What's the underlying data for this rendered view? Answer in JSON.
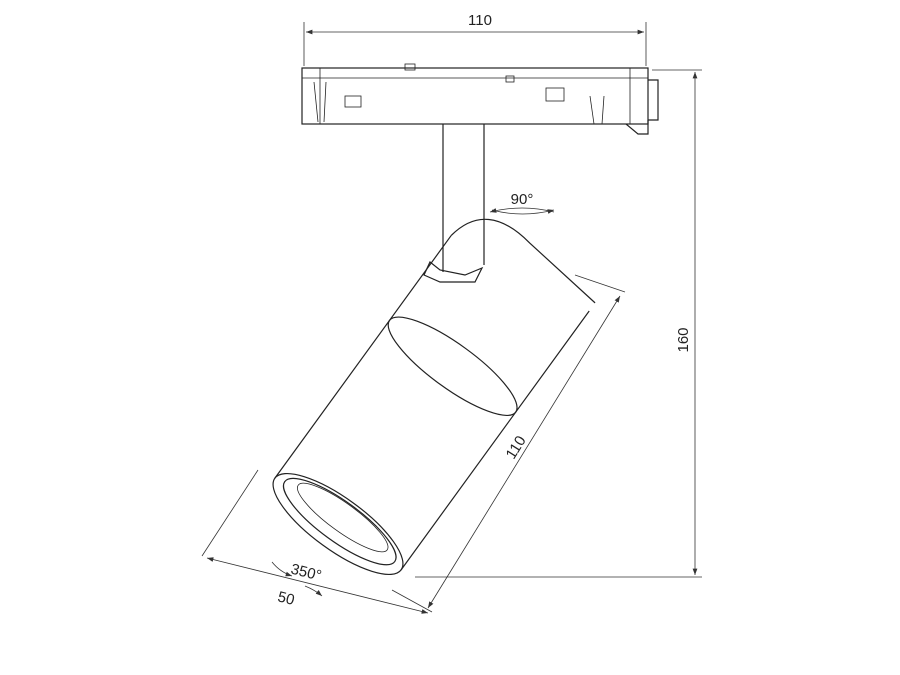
{
  "dimensions": {
    "adapter_width": "110",
    "total_height": "160",
    "body_length": "110",
    "body_diameter": "50",
    "stem_rotation": "90°",
    "body_rotation": "350°"
  }
}
